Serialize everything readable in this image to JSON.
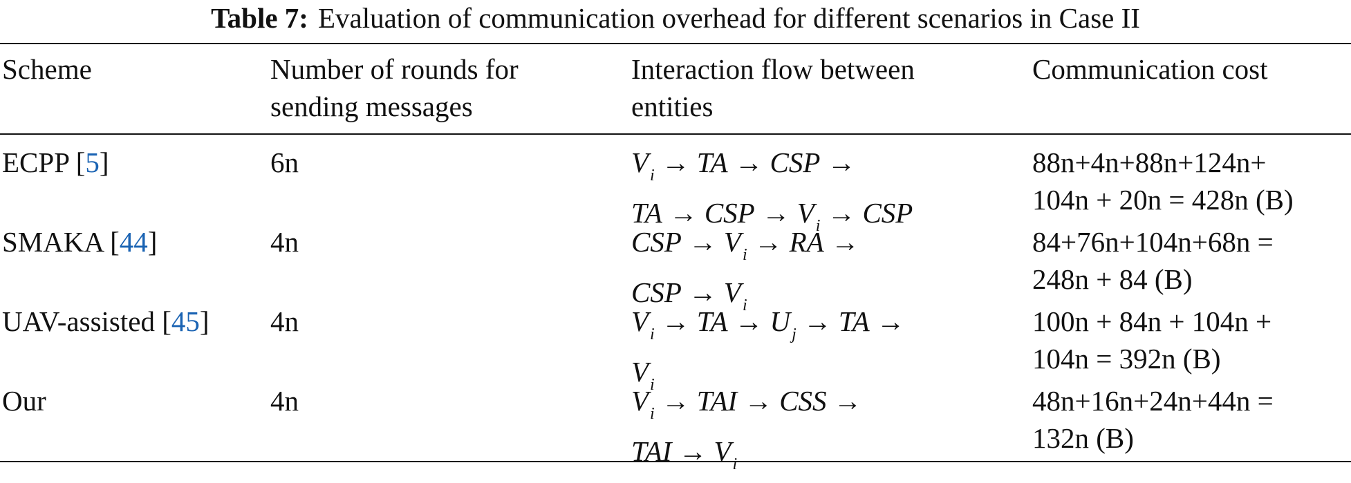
{
  "caption": {
    "label": "Table 7:",
    "text": "Evaluation of communication overhead for different scenarios in Case II"
  },
  "headers": {
    "scheme": "Scheme",
    "rounds_1": "Number of rounds for",
    "rounds_2": "sending messages",
    "flow_1": "Interaction flow between",
    "flow_2": "entities",
    "cost": "Communication cost"
  },
  "rows": [
    {
      "scheme": "ECPP",
      "ref": "5",
      "rounds": "6n",
      "flow_line1": "Vi → TA → CSP →",
      "flow_line2": "TA → CSP → Vi → CSP",
      "cost_line1": "88n+4n+88n+124n+",
      "cost_line2": "104n + 20n = 428n (B)"
    },
    {
      "scheme": "SMAKA",
      "ref": "44",
      "rounds": "4n",
      "flow_line1": "CSP → Vi → RA →",
      "flow_line2": "CSP → Vi",
      "cost_line1": "84+76n+104n+68n =",
      "cost_line2": "248n + 84 (B)"
    },
    {
      "scheme": "UAV-assisted",
      "ref": "45",
      "rounds": "4n",
      "flow_line1": "Vi → TA → Uj → TA →",
      "flow_line2": "Vi",
      "cost_line1": "100n + 84n + 104n +",
      "cost_line2": "104n = 392n (B)"
    },
    {
      "scheme": "Our",
      "ref": "",
      "rounds": "4n",
      "flow_line1": "Vi → TAI → CSS →",
      "flow_line2": "TAI → Vi",
      "cost_line1": "48n+16n+24n+44n =",
      "cost_line2": "132n (B)"
    }
  ]
}
